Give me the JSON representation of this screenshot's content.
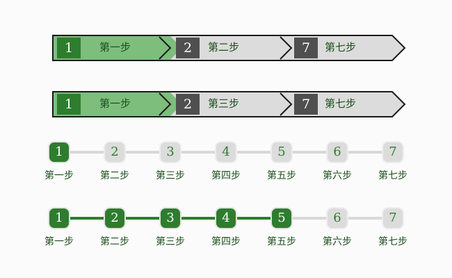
{
  "colors": {
    "green_light": "#7dbe7d",
    "green_dark": "#2e7d2e",
    "text_green": "#1d4f1d",
    "gray_fill": "#dcdcdc",
    "gray_box": "#4f4f4f",
    "border_dark": "#1a1a1a",
    "line_gray": "#d8d8d8",
    "page_bg": "#fbfbfb"
  },
  "arrow_bars": [
    {
      "current_step": 1,
      "steps": [
        {
          "num": "1",
          "label": "第一步",
          "state": "active"
        },
        {
          "num": "2",
          "label": "第二步",
          "state": "inactive"
        },
        {
          "num": "7",
          "label": "第七步",
          "state": "inactive"
        }
      ]
    },
    {
      "current_step": 1,
      "steps": [
        {
          "num": "1",
          "label": "第一步",
          "state": "active"
        },
        {
          "num": "2",
          "label": "第三步",
          "state": "inactive"
        },
        {
          "num": "7",
          "label": "第七步",
          "state": "inactive"
        }
      ]
    }
  ],
  "node_bars": [
    {
      "current_step": 1,
      "steps": [
        {
          "num": "1",
          "label": "第一步",
          "state": "done"
        },
        {
          "num": "2",
          "label": "第二步",
          "state": "todo"
        },
        {
          "num": "3",
          "label": "第三步",
          "state": "todo"
        },
        {
          "num": "4",
          "label": "第四步",
          "state": "todo"
        },
        {
          "num": "5",
          "label": "第五步",
          "state": "todo"
        },
        {
          "num": "6",
          "label": "第六步",
          "state": "todo"
        },
        {
          "num": "7",
          "label": "第七步",
          "state": "todo"
        }
      ]
    },
    {
      "current_step": 5,
      "steps": [
        {
          "num": "1",
          "label": "第一步",
          "state": "done"
        },
        {
          "num": "2",
          "label": "第二步",
          "state": "done"
        },
        {
          "num": "3",
          "label": "第三步",
          "state": "done"
        },
        {
          "num": "4",
          "label": "第四步",
          "state": "done"
        },
        {
          "num": "5",
          "label": "第五步",
          "state": "done"
        },
        {
          "num": "6",
          "label": "第六步",
          "state": "todo"
        },
        {
          "num": "7",
          "label": "第七步",
          "state": "todo"
        }
      ]
    }
  ]
}
